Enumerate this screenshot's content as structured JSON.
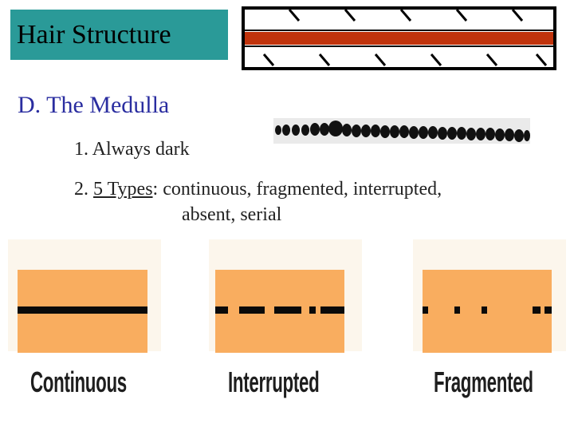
{
  "title": "Hair Structure",
  "heading": "D. The Medulla",
  "items": {
    "one": "1. Always dark",
    "two_prefix": "2. ",
    "two_underlined": "5 Types",
    "two_rest": ":  continuous, fragmented, interrupted,",
    "two_cont": "absent, serial"
  },
  "panels": [
    {
      "label": "Continuous",
      "pattern": "continuous"
    },
    {
      "label": "Interrupted",
      "pattern": "interrupted"
    },
    {
      "label": "Fragmented",
      "pattern": "fragmented"
    }
  ],
  "colors": {
    "title_bg": "#2a9a98",
    "heading": "#2a2da0",
    "cortex_band": "#f9ad5f",
    "medulla_line": "#c0330c"
  }
}
